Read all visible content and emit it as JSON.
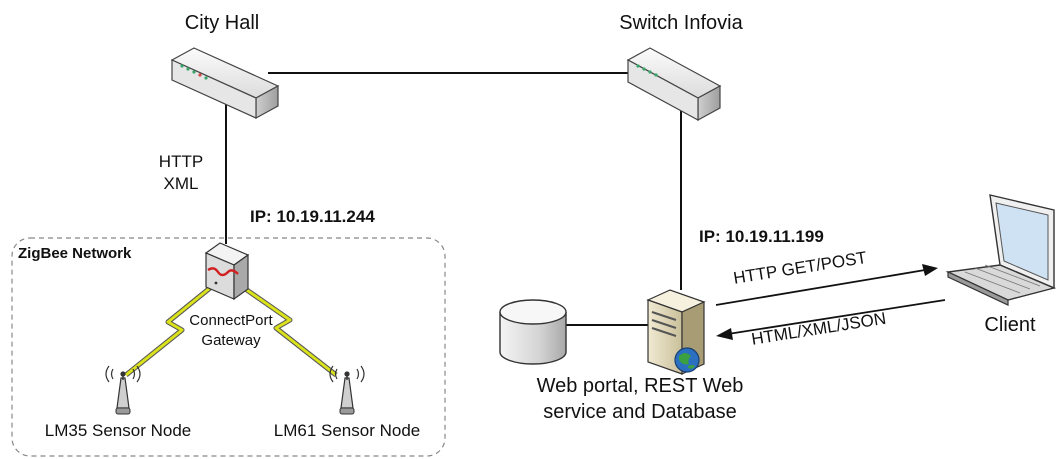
{
  "nodes": {
    "city_hall": "City Hall",
    "switch_infovia": "Switch Infovia",
    "gateway": [
      "ConnectPort",
      "Gateway"
    ],
    "lm35": "LM35 Sensor Node",
    "lm61": "LM61 Sensor Node",
    "server": [
      "Web portal, REST Web",
      "service and Database"
    ],
    "client": "Client"
  },
  "labels": {
    "http_xml": [
      "HTTP",
      "XML"
    ],
    "zigbee": "ZigBee Network",
    "ip_gateway": "IP: 10.19.11.244",
    "ip_server": "IP: 10.19.11.199",
    "request": "HTTP GET/POST",
    "response": "HTML/XML/JSON"
  },
  "colors": {
    "line": "#111111",
    "zigbee_link": "#d9e21a",
    "router_led": "#3aa56a",
    "gateway_link_red": "#d02020",
    "screen_blue": "#cfe2f3",
    "globe_blue": "#2a6fc0"
  },
  "icons": {
    "router": "network-switch-icon",
    "gateway": "gateway-device-icon",
    "antenna": "sensor-antenna-icon",
    "database": "database-cylinder-icon",
    "server": "server-tower-icon",
    "laptop": "laptop-icon"
  }
}
